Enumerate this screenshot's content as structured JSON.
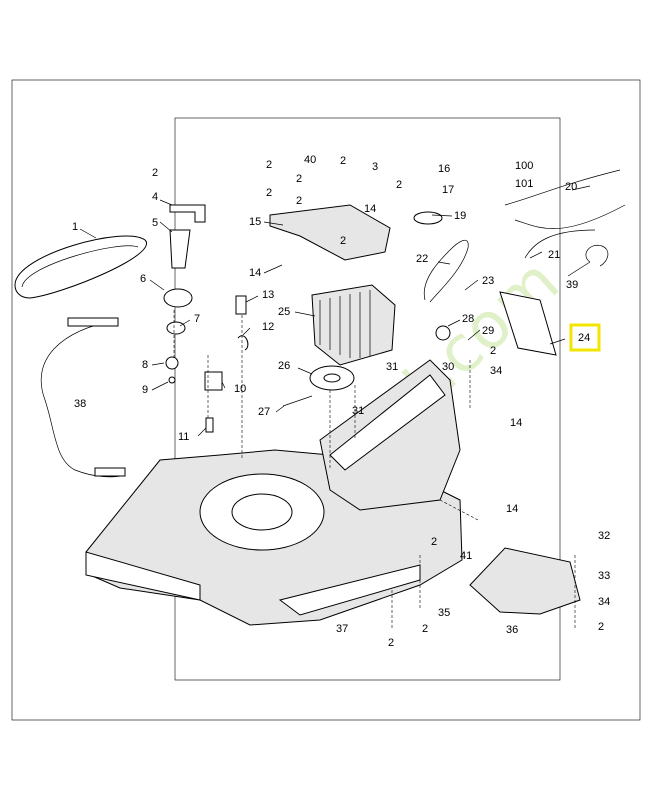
{
  "diagram": {
    "labels": {
      "l1": "1",
      "l2a": "2",
      "l2b": "2",
      "l2c": "2",
      "l2d": "2",
      "l2e": "2",
      "l2f": "2",
      "l2g": "2",
      "l2h": "2",
      "l2i": "2",
      "l2j": "2",
      "l2k": "2",
      "l2l": "2",
      "l2m": "2",
      "l3": "3",
      "l4": "4",
      "l5": "5",
      "l6": "6",
      "l7": "7",
      "l8": "8",
      "l9": "9",
      "l10": "10",
      "l11": "11",
      "l12": "12",
      "l13": "13",
      "l14a": "14",
      "l14b": "14",
      "l14c": "14",
      "l14d": "14",
      "l15": "15",
      "l16": "16",
      "l17": "17",
      "l19": "19",
      "l20": "20",
      "l21": "21",
      "l22": "22",
      "l23": "23",
      "l24": "24",
      "l25": "25",
      "l26": "26",
      "l27": "27",
      "l28": "28",
      "l29": "29",
      "l30": "30",
      "l31a": "31",
      "l31b": "31",
      "l32": "32",
      "l33": "33",
      "l34a": "34",
      "l34b": "34",
      "l35": "35",
      "l36": "36",
      "l37": "37",
      "l38": "38",
      "l39": "39",
      "l40": "40",
      "l41": "41",
      "l100": "100",
      "l101": "101"
    },
    "highlight_label": "24",
    "highlight_color": "#f2e600",
    "watermark_color": "#c8e6a0"
  }
}
